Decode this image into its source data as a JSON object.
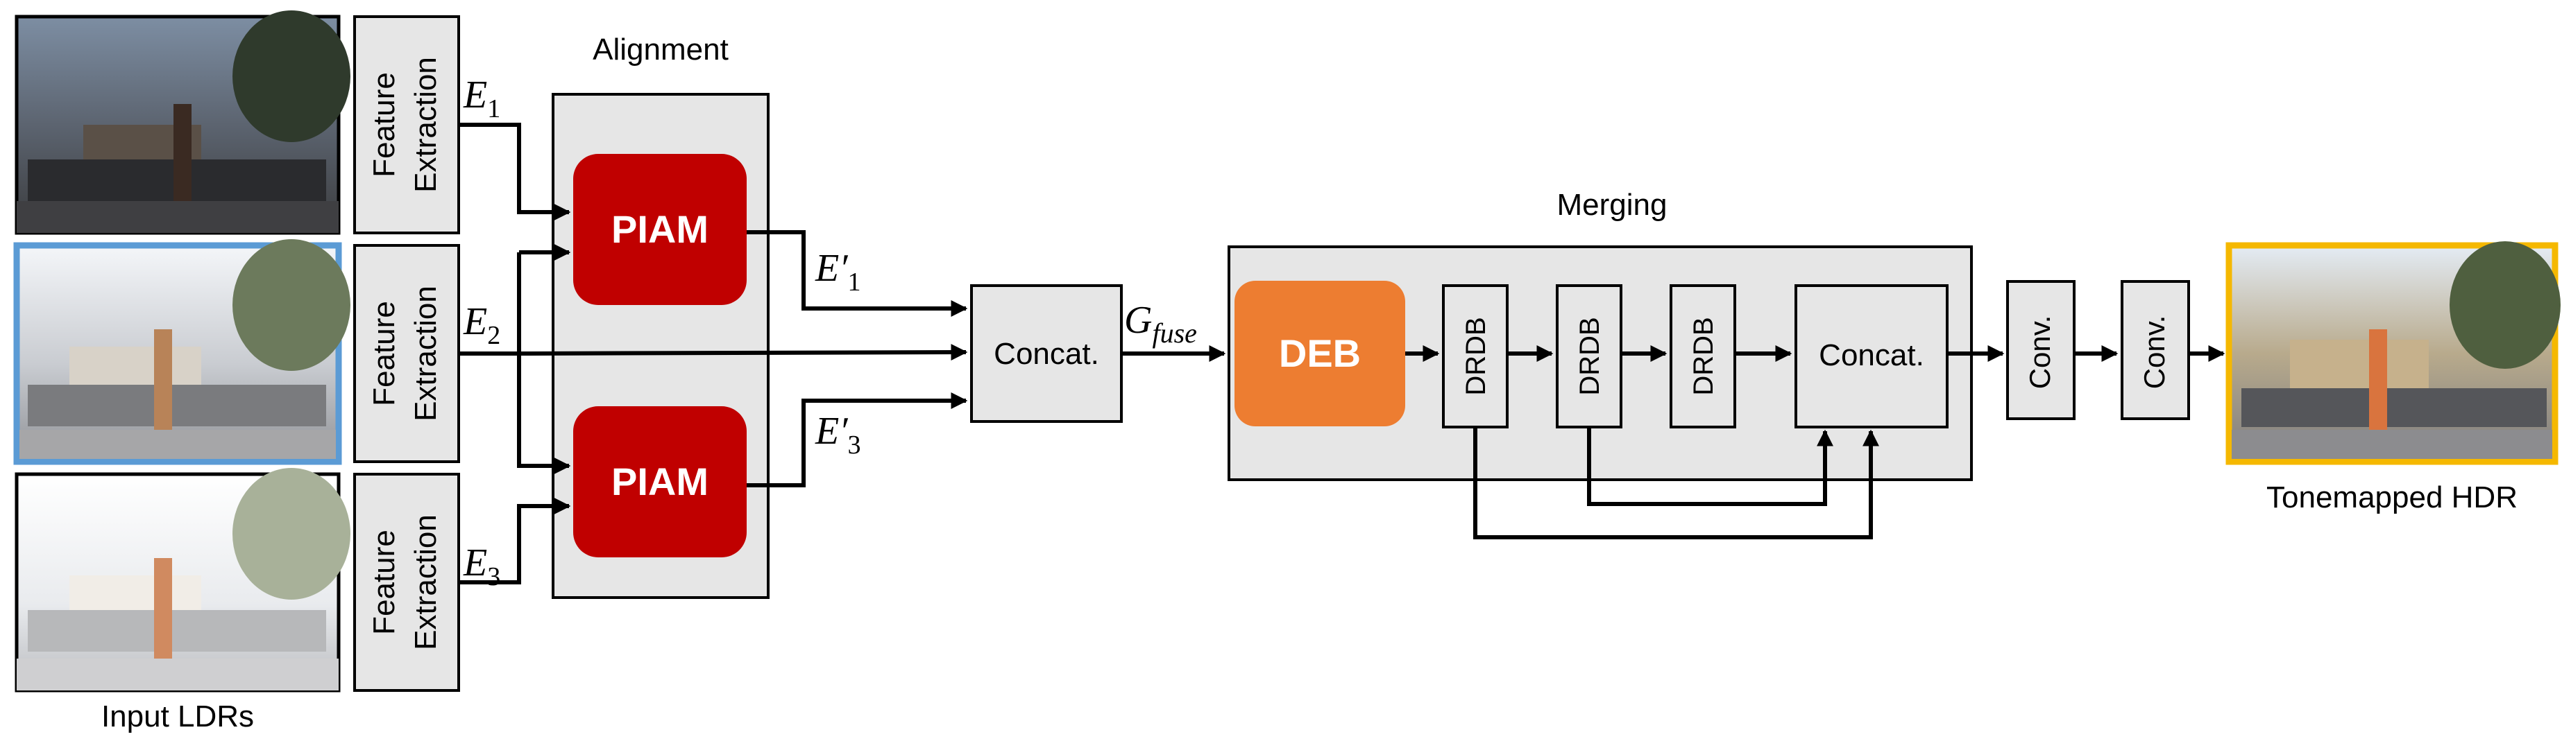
{
  "colors": {
    "piam": "#c00000",
    "deb": "#ed7d31",
    "box_fill": "#e6e6e6",
    "ldr_highlight_border": "#5b9bd5",
    "hdr_border": "#f5b800"
  },
  "inputs": {
    "caption": "Input LDRs",
    "images": [
      "ldr-underexposed",
      "ldr-reference",
      "ldr-overexposed"
    ]
  },
  "feature_extraction": {
    "blocks": [
      {
        "line1": "Feature",
        "line2": "Extraction"
      },
      {
        "line1": "Feature",
        "line2": "Extraction"
      },
      {
        "line1": "Feature",
        "line2": "Extraction"
      }
    ],
    "outputs": [
      {
        "base": "E",
        "sub": "1"
      },
      {
        "base": "E",
        "sub": "2"
      },
      {
        "base": "E",
        "sub": "3"
      }
    ]
  },
  "alignment": {
    "title": "Alignment",
    "modules": [
      "PIAM",
      "PIAM"
    ],
    "outputs": [
      {
        "base": "E′",
        "sub": "1"
      },
      {
        "base": "E′",
        "sub": "3"
      }
    ]
  },
  "fusion": {
    "concat_label": "Concat.",
    "output": {
      "base": "G",
      "sub": "fuse"
    }
  },
  "merging": {
    "title": "Merging",
    "deb_label": "DEB",
    "drdb_labels": [
      "DRDB",
      "DRDB",
      "DRDB"
    ],
    "concat_label": "Concat."
  },
  "conv_labels": [
    "Conv.",
    "Conv."
  ],
  "output": {
    "caption": "Tonemapped HDR"
  }
}
